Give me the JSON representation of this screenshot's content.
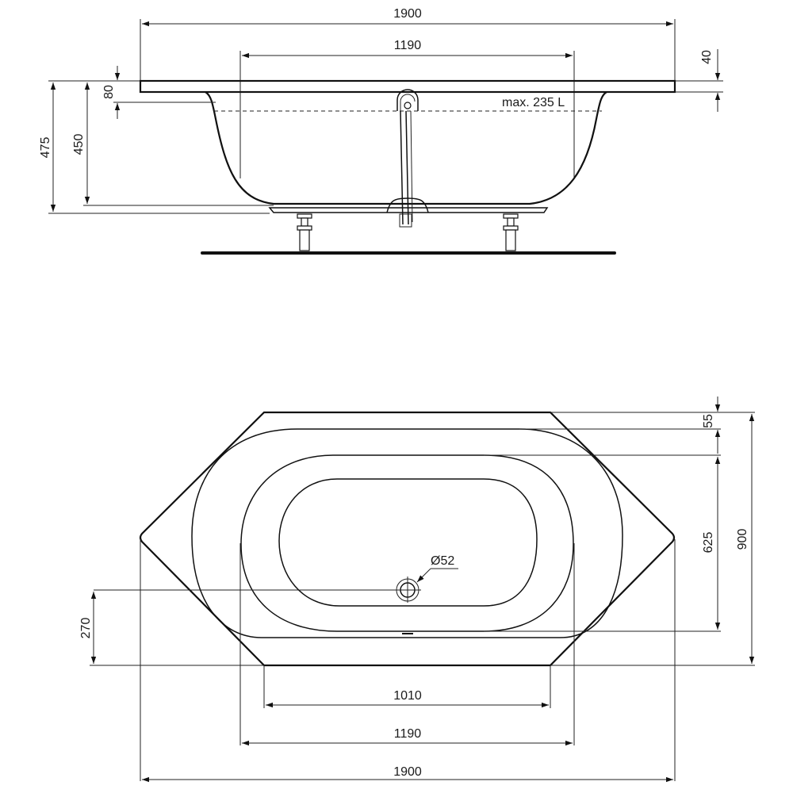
{
  "drawing": {
    "subject": "Hexagonal bathtub technical drawing",
    "stroke_color": "#111111",
    "background": "#ffffff"
  },
  "side_view": {
    "dimensions": {
      "overall_length": "1900",
      "inner_length": "1190",
      "rim_thickness": "40",
      "rim_to_waterline": "80",
      "total_height": "475",
      "inner_depth": "450"
    },
    "capacity_label": "max. 235 L",
    "components": [
      "rim",
      "basin",
      "overflow-waste",
      "feet",
      "floor"
    ]
  },
  "top_view": {
    "dimensions": {
      "overall_length": "1900",
      "inner_length": "1190",
      "flat_edge_length": "1010",
      "overall_width": "900",
      "rim_offset": "55",
      "inner_width": "625",
      "drain_offset": "270",
      "drain_diameter": "Ø52"
    },
    "components": [
      "hexagon-outline",
      "outer-basin-contour",
      "middle-basin-contour",
      "inner-basin-contour",
      "drain"
    ]
  }
}
